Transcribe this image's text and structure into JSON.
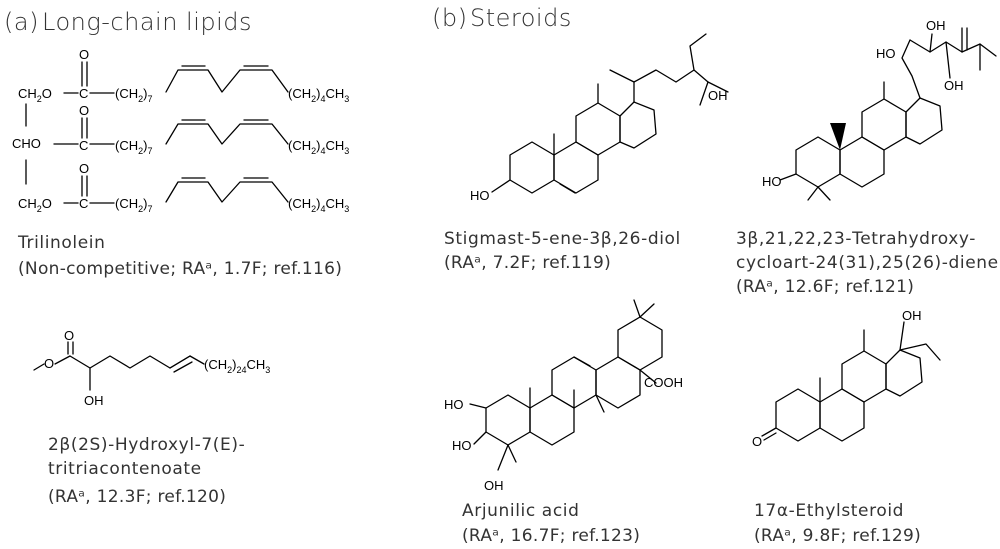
{
  "panels": {
    "a": {
      "label": "(a)",
      "title": "Long-chain lipids"
    },
    "b": {
      "label": "(b)",
      "title": "Steroids"
    }
  },
  "compounds": {
    "trilinolein": {
      "name": "Trilinolein",
      "info": "(Non-competitive; RAᵃ, 1.7F; ref.116)",
      "atoms": {
        "ch2o_1": "CH",
        "ch2o_1_sub": "2",
        "ch2o_1_o": "O",
        "cho": "CHO",
        "ch2o_3": "CH",
        "ch2o_3_sub": "2",
        "ch2o_3_o": "O",
        "c": "C",
        "o": "O",
        "chain": "(CH",
        "chain_sub": "2",
        "chain_n": ")",
        "chain_n_sub": "7",
        "tail": "(CH",
        "tail_sub": "2",
        "tail_close": ")",
        "tail_n": "4",
        "tail_ch": "CH",
        "tail_ch_sub": "3"
      }
    },
    "hydroxyl_tritriacontenoate": {
      "name_line1": "2β(2S)-Hydroxyl-7(E)-",
      "name_line2": "tritriacontenoate",
      "info": "(RAᵃ, 12.3F; ref.120)",
      "atoms": {
        "oh": "OH",
        "o1": "O",
        "o2": "O",
        "tail": "(CH",
        "tail_sub": "2",
        "tail_close": ")",
        "tail_n": "24",
        "tail_ch": "CH",
        "tail_ch_sub": "3"
      }
    },
    "stigmastenediol": {
      "name": "Stigmast-5-ene-3β,26-diol",
      "info": "(RAᵃ, 7.2F; ref.119)",
      "atoms": {
        "ho": "HO",
        "oh": "OH"
      }
    },
    "tetrahydroxycycloartadiene": {
      "name_line1": "3β,21,22,23-Tetrahydroxy-",
      "name_line2": "cycloart-24(31),25(26)-diene",
      "info": "(RAᵃ, 12.6F; ref.121)",
      "atoms": {
        "ho": "HO",
        "ho2": "HO",
        "oh1": "OH",
        "oh2": "OH"
      }
    },
    "arjunilic_acid": {
      "name": "Arjunilic acid",
      "info": "(RAᵃ, 16.7F; ref.123)",
      "atoms": {
        "ho1": "HO",
        "ho2": "HO",
        "oh": "OH",
        "cooh": "COOH"
      }
    },
    "ethylsteroid": {
      "name": "17α-Ethylsteroid",
      "info": "(RAᵃ, 9.8F; ref.129)",
      "atoms": {
        "oh": "OH",
        "o": "O"
      }
    }
  }
}
